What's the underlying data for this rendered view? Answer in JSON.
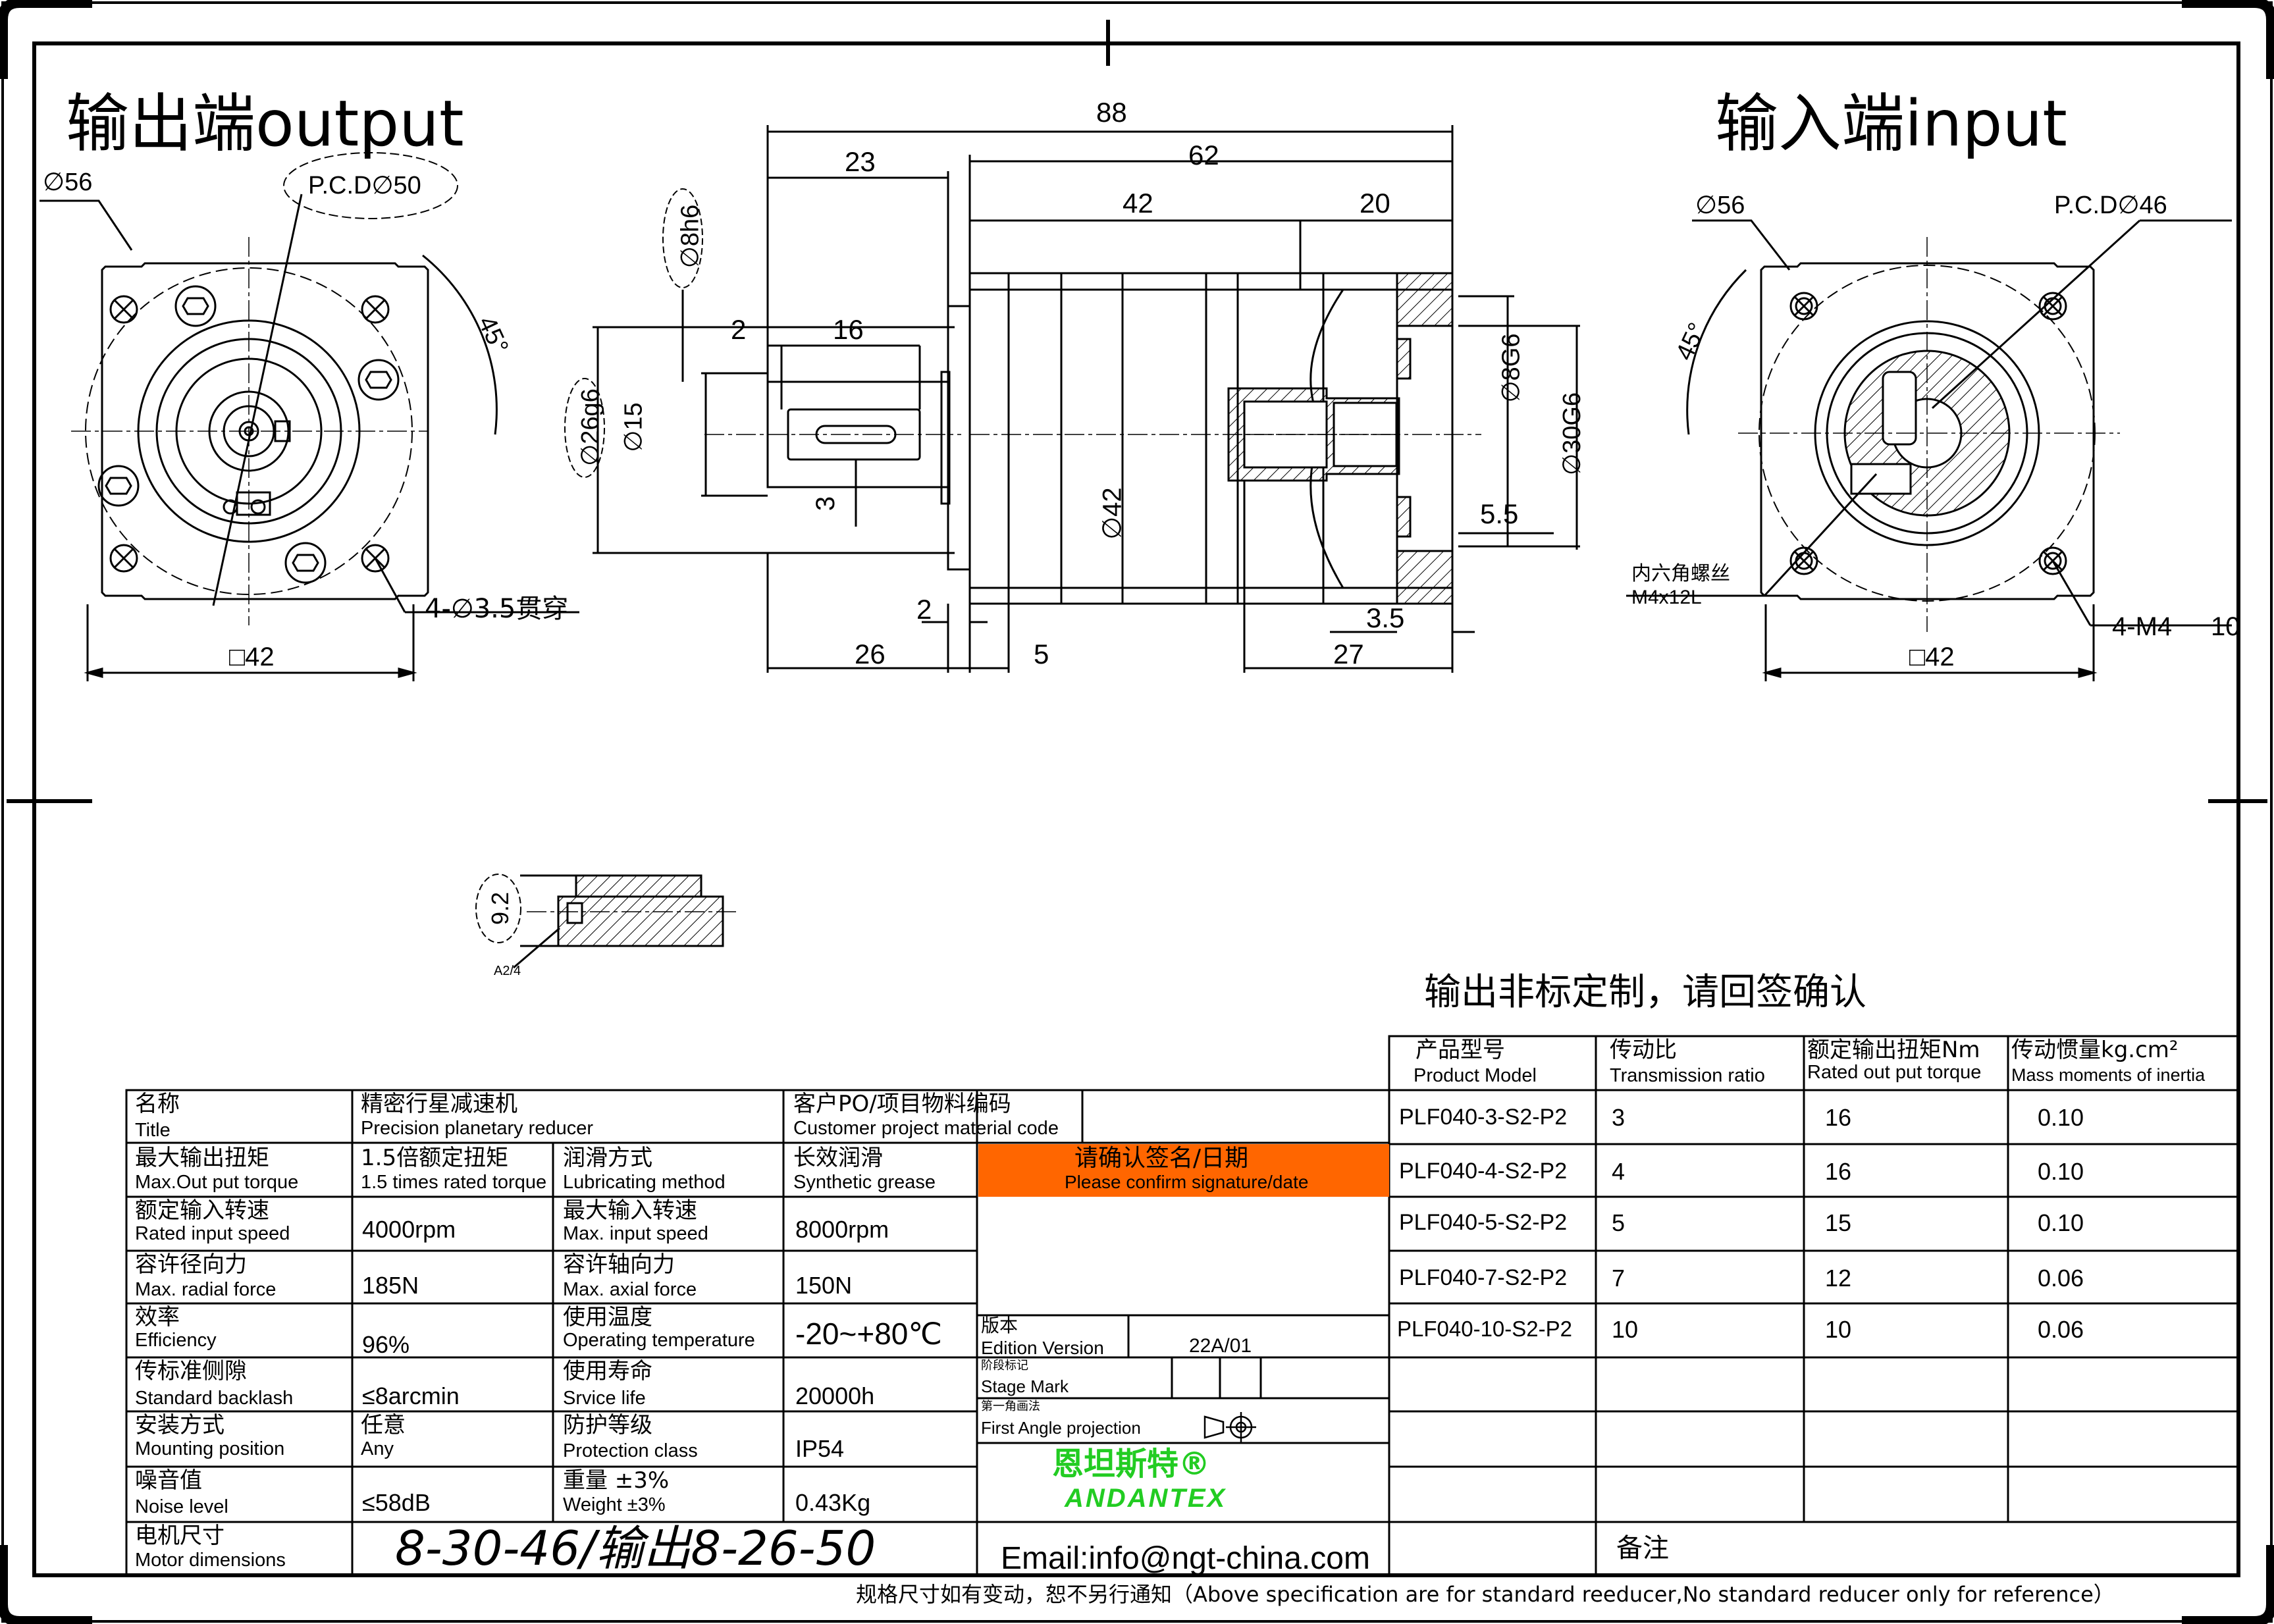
{
  "drawing": {
    "output_title": "输出端output",
    "input_title": "输入端input"
  },
  "dims": {
    "out_d56": "∅56",
    "out_pcd": "P.C.D∅50",
    "out_45": "45°",
    "out_holes": "4-∅3.5贯穿",
    "out_sq42": "□42",
    "len_88": "88",
    "len_23": "23",
    "len_62": "62",
    "len_42": "42",
    "len_20": "20",
    "shaft_d8": "∅8h6",
    "len_2a": "2",
    "len_16": "16",
    "d26": "∅26g6",
    "d15": "∅15",
    "len_3": "3",
    "d42": "∅42",
    "d8g6": "∅8G6",
    "d30g6": "∅30G6",
    "len_55": "5.5",
    "len_2b": "2",
    "len_35": "3.5",
    "len_26": "26",
    "len_5": "5",
    "len_27": "27",
    "in_d56": "∅56",
    "in_pcd": "P.C.D∅46",
    "in_45": "45°",
    "in_screw_cn": "内六角螺丝",
    "in_screw_en": "M4x12L",
    "in_holes": "4-M4",
    "in_depth": "10",
    "in_sq42": "□42",
    "key_92": "9.2",
    "key_note": "A2/4"
  },
  "notice": "输出非标定制，请回签确认",
  "spec_table": {
    "title_cn": "名称",
    "title_en": "Title",
    "title_val_cn": "精密行星减速机",
    "title_val_en": "Precision planetary reducer",
    "po_cn": "客户PO/项目物料编码",
    "po_en": "Customer project material code",
    "rows": [
      {
        "l_cn": "最大输出扭矩",
        "l_en": "Max.Out put torque",
        "v_cn": "1.5倍额定扭矩",
        "v_en": "1.5 times rated torque",
        "l2_cn": "润滑方式",
        "l2_en": "Lubricating method",
        "v2_cn": "长效润滑",
        "v2_en": "Synthetic grease"
      },
      {
        "l_cn": "额定输入转速",
        "l_en": "Rated input speed",
        "v": "4000rpm",
        "l2_cn": "最大输入转速",
        "l2_en": "Max. input speed",
        "v2": "8000rpm"
      },
      {
        "l_cn": "容许径向力",
        "l_en": "Max. radial force",
        "v": "185N",
        "l2_cn": "容许轴向力",
        "l2_en": "Max. axial force",
        "v2": "150N"
      },
      {
        "l_cn": "效率",
        "l_en": "Efficiency",
        "v": "96%",
        "l2_cn": "使用温度",
        "l2_en": "Operating temperature",
        "v2": "-20~+80℃"
      },
      {
        "l_cn": "传标准侧隙",
        "l_en": "Standard backlash",
        "v": "≤8arcmin",
        "l2_cn": "使用寿命",
        "l2_en": "Srvice life",
        "v2": "20000h"
      },
      {
        "l_cn": "安装方式",
        "l_en": "Mounting position",
        "v_cn": "任意",
        "v_en": "Any",
        "l2_cn": "防护等级",
        "l2_en": "Protection class",
        "v2": "IP54"
      },
      {
        "l_cn": "噪音值",
        "l_en": "Noise level",
        "v": "≤58dB",
        "l2_cn": "重量 ±3%",
        "l2_en": "Weight ±3%",
        "v2": "0.43Kg"
      }
    ],
    "motor_cn": "电机尺寸",
    "motor_en": "Motor dimensions",
    "motor_val": "8-30-46/输出8-26-50",
    "confirm_cn": "请确认签名/日期",
    "confirm_en": "Please confirm signature/date",
    "confirm_color": "#FF6600",
    "edition_cn": "版本",
    "edition_en": "Edition Version",
    "edition_val": "22A/01",
    "stage_cn": "阶段标记",
    "stage_en": "Stage Mark",
    "proj_cn": "第一角画法",
    "proj_en": "First Angle projection",
    "brand_cn": "恩坦斯特®",
    "brand_en": "ANDANTEX",
    "brand_color": "#22CC22",
    "email": "Email:info@ngt-china.com"
  },
  "model_table": {
    "headers": [
      {
        "cn": "产品型号",
        "en": "Product Model"
      },
      {
        "cn": "传动比",
        "en": "Transmission ratio"
      },
      {
        "cn": "额定输出扭矩Nm",
        "en": "Rated out put torque"
      },
      {
        "cn": "传动惯量kg.cm²",
        "en": "Mass moments of inertia"
      }
    ],
    "rows": [
      [
        "PLF040-3-S2-P2",
        "3",
        "16",
        "0.10"
      ],
      [
        "PLF040-4-S2-P2",
        "4",
        "16",
        "0.10"
      ],
      [
        "PLF040-5-S2-P2",
        "5",
        "15",
        "0.10"
      ],
      [
        "PLF040-7-S2-P2",
        "7",
        "12",
        "0.06"
      ],
      [
        "PLF040-10-S2-P2",
        "10",
        "10",
        "0.06"
      ]
    ],
    "remark": "备注"
  },
  "footer": "规格尺寸如有变动，恕不另行通知（Above specification are for standard reeducer,No standard reducer only for reference）"
}
